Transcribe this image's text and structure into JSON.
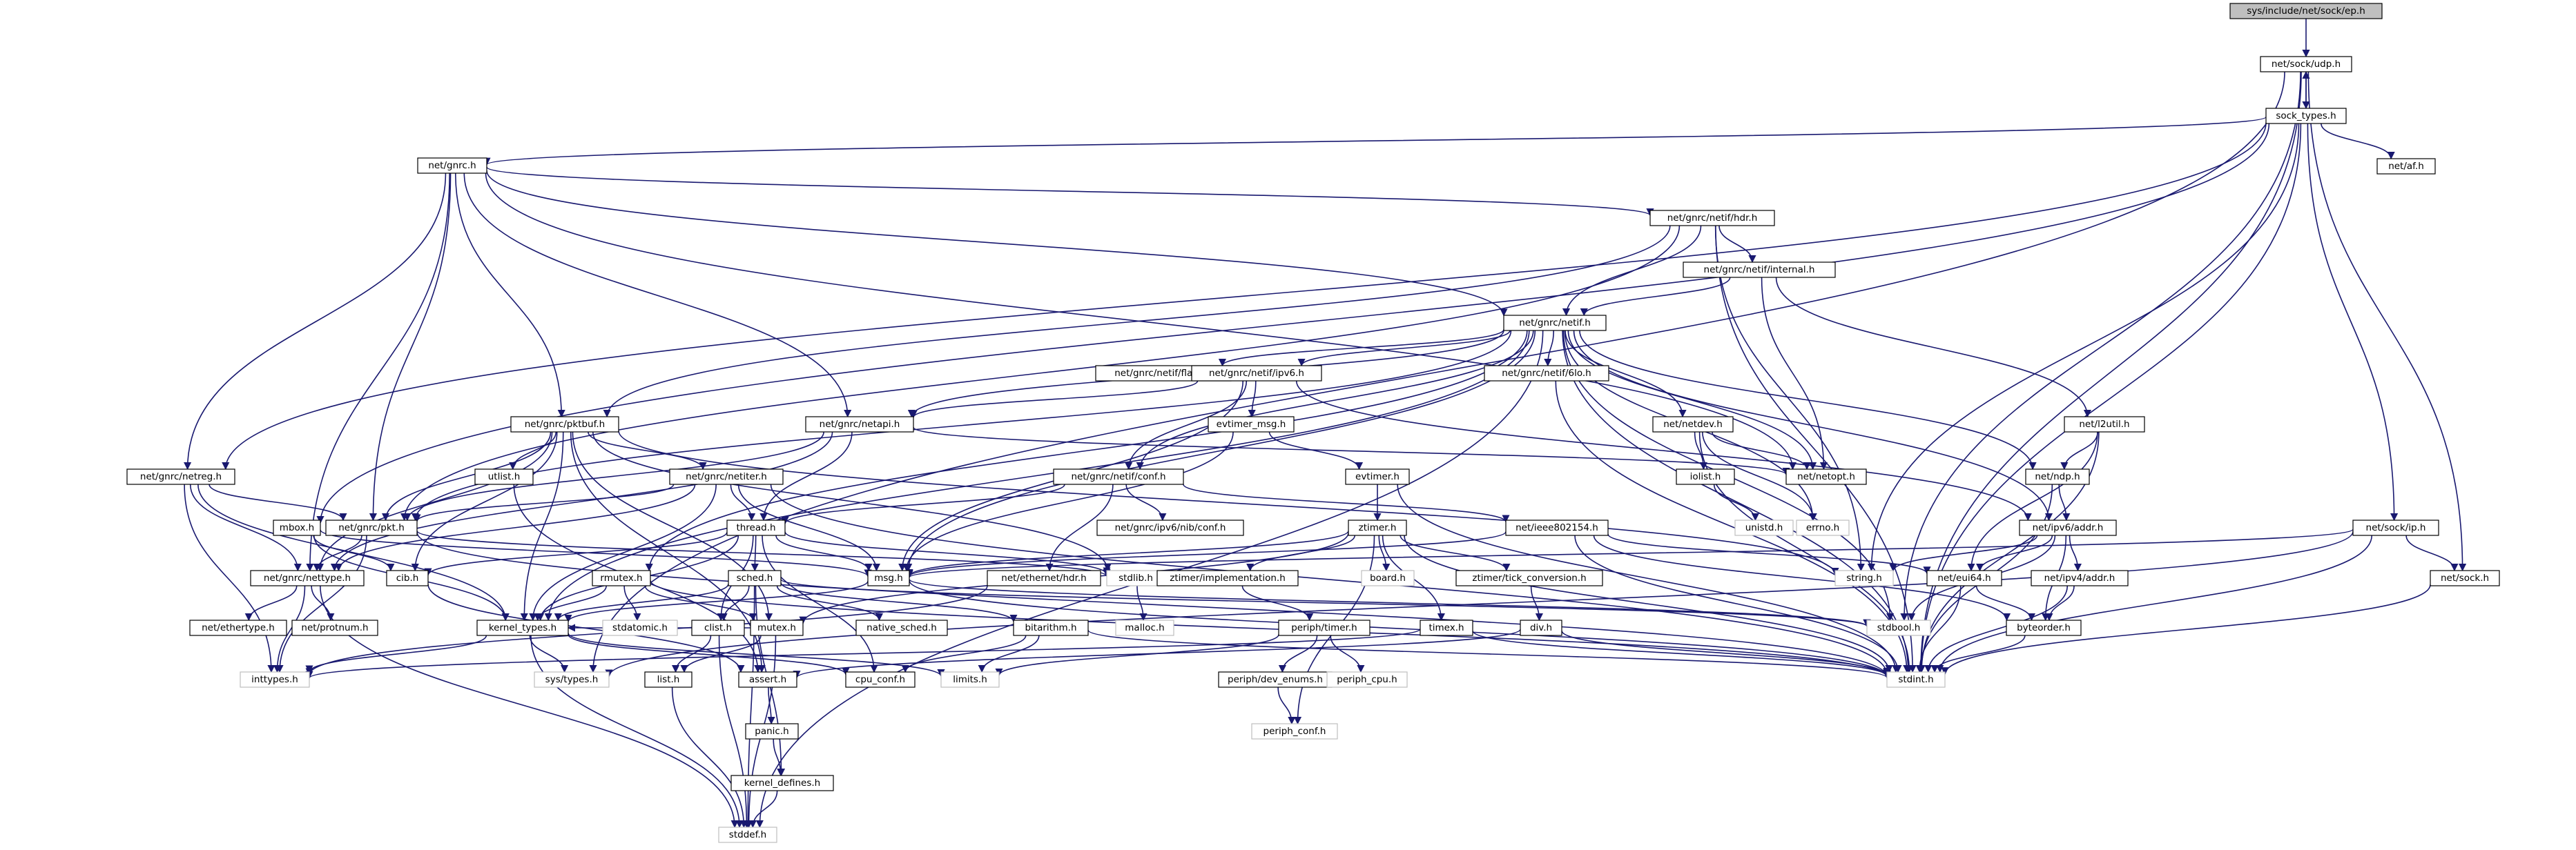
{
  "diagram": {
    "nodes": [
      {
        "id": "ep",
        "label": "sys/include/net/sock/ep.h",
        "style": "root"
      },
      {
        "id": "udp",
        "label": "net/sock/udp.h"
      },
      {
        "id": "socktypes",
        "label": "sock_types.h"
      },
      {
        "id": "gnrc",
        "label": "net/gnrc.h"
      },
      {
        "id": "af",
        "label": "net/af.h"
      },
      {
        "id": "netifhdr",
        "label": "net/gnrc/netif/hdr.h"
      },
      {
        "id": "netifinternal",
        "label": "net/gnrc/netif/internal.h"
      },
      {
        "id": "netif",
        "label": "net/gnrc/netif.h"
      },
      {
        "id": "netifflags",
        "label": "net/gnrc/netif/flags.h"
      },
      {
        "id": "netifipv6",
        "label": "net/gnrc/netif/ipv6.h"
      },
      {
        "id": "netif6lo",
        "label": "net/gnrc/netif/6lo.h"
      },
      {
        "id": "netdev",
        "label": "net/netdev.h"
      },
      {
        "id": "l2util",
        "label": "net/l2util.h"
      },
      {
        "id": "netapi",
        "label": "net/gnrc/netapi.h"
      },
      {
        "id": "pktbuf",
        "label": "net/gnrc/pktbuf.h"
      },
      {
        "id": "evtimermsg",
        "label": "evtimer_msg.h"
      },
      {
        "id": "iolist",
        "label": "iolist.h"
      },
      {
        "id": "netopt",
        "label": "net/netopt.h"
      },
      {
        "id": "ndp",
        "label": "net/ndp.h"
      },
      {
        "id": "netreg",
        "label": "net/gnrc/netreg.h"
      },
      {
        "id": "utlist",
        "label": "utlist.h"
      },
      {
        "id": "netiter",
        "label": "net/gnrc/netiter.h"
      },
      {
        "id": "netifconf",
        "label": "net/gnrc/netif/conf.h"
      },
      {
        "id": "evtimer",
        "label": "evtimer.h"
      },
      {
        "id": "unistd",
        "label": "unistd.h",
        "style": "ext"
      },
      {
        "id": "ipv6addr",
        "label": "net/ipv6/addr.h"
      },
      {
        "id": "mbox",
        "label": "mbox.h"
      },
      {
        "id": "pkt",
        "label": "net/gnrc/pkt.h"
      },
      {
        "id": "thread",
        "label": "thread.h"
      },
      {
        "id": "ipv6nib",
        "label": "net/gnrc/ipv6/nib/conf.h"
      },
      {
        "id": "ieee",
        "label": "net/ieee802154.h"
      },
      {
        "id": "errno",
        "label": "errno.h",
        "style": "ext"
      },
      {
        "id": "sockip",
        "label": "net/sock/ip.h"
      },
      {
        "id": "ztimer",
        "label": "ztimer.h"
      },
      {
        "id": "nettype",
        "label": "net/gnrc/nettype.h"
      },
      {
        "id": "cib",
        "label": "cib.h"
      },
      {
        "id": "rmutex",
        "label": "rmutex.h"
      },
      {
        "id": "sched",
        "label": "sched.h"
      },
      {
        "id": "msg",
        "label": "msg.h"
      },
      {
        "id": "ethhdr",
        "label": "net/ethernet/hdr.h"
      },
      {
        "id": "stdlib",
        "label": "stdlib.h",
        "style": "ext"
      },
      {
        "id": "ztimerimpl",
        "label": "ztimer/implementation.h"
      },
      {
        "id": "board",
        "label": "board.h",
        "style": "ext"
      },
      {
        "id": "ztimertick",
        "label": "ztimer/tick_conversion.h"
      },
      {
        "id": "stringh",
        "label": "string.h",
        "style": "ext"
      },
      {
        "id": "eui64",
        "label": "net/eui64.h"
      },
      {
        "id": "ipv4addr",
        "label": "net/ipv4/addr.h"
      },
      {
        "id": "sock",
        "label": "net/sock.h"
      },
      {
        "id": "kerneltypes",
        "label": "kernel_types.h"
      },
      {
        "id": "stdatomic",
        "label": "stdatomic.h",
        "style": "ext"
      },
      {
        "id": "clist",
        "label": "clist.h"
      },
      {
        "id": "mutex",
        "label": "mutex.h"
      },
      {
        "id": "nativesched",
        "label": "native_sched.h"
      },
      {
        "id": "bitarithm",
        "label": "bitarithm.h"
      },
      {
        "id": "malloc",
        "label": "malloc.h",
        "style": "ext"
      },
      {
        "id": "periphtimer",
        "label": "periph/timer.h"
      },
      {
        "id": "timexh",
        "label": "timex.h"
      },
      {
        "id": "div",
        "label": "div.h"
      },
      {
        "id": "stdbool",
        "label": "stdbool.h",
        "style": "ext"
      },
      {
        "id": "byteorder",
        "label": "byteorder.h"
      },
      {
        "id": "netethertype",
        "label": "net/ethertype.h"
      },
      {
        "id": "netprotnum",
        "label": "net/protnum.h"
      },
      {
        "id": "inttypes",
        "label": "inttypes.h",
        "style": "ext"
      },
      {
        "id": "systypes",
        "label": "sys/types.h",
        "style": "ext"
      },
      {
        "id": "listh",
        "label": "list.h"
      },
      {
        "id": "assert",
        "label": "assert.h"
      },
      {
        "id": "cpuconf",
        "label": "cpu_conf.h"
      },
      {
        "id": "limits",
        "label": "limits.h",
        "style": "ext"
      },
      {
        "id": "devenums",
        "label": "periph/dev_enums.h"
      },
      {
        "id": "periphcpu",
        "label": "periph_cpu.h",
        "style": "ext"
      },
      {
        "id": "stdint",
        "label": "stdint.h",
        "style": "ext"
      },
      {
        "id": "panic",
        "label": "panic.h"
      },
      {
        "id": "periphconf",
        "label": "periph_conf.h",
        "style": "ext"
      },
      {
        "id": "kerneldefs",
        "label": "kernel_defines.h"
      },
      {
        "id": "stddef",
        "label": "stddef.h",
        "style": "ext"
      }
    ],
    "edges": [
      [
        "ep",
        "udp"
      ],
      [
        "udp",
        "socktypes"
      ],
      [
        "udp",
        "sock"
      ],
      [
        "udp",
        "stdint"
      ],
      [
        "udp",
        "systypes"
      ],
      [
        "udp",
        "stdbool"
      ],
      [
        "socktypes",
        "udp"
      ],
      [
        "socktypes",
        "gnrc"
      ],
      [
        "socktypes",
        "af"
      ],
      [
        "socktypes",
        "sockip"
      ],
      [
        "socktypes",
        "stdint"
      ],
      [
        "socktypes",
        "netreg"
      ],
      [
        "socktypes",
        "mbox"
      ],
      [
        "socktypes",
        "stringh"
      ],
      [
        "gnrc",
        "netifhdr"
      ],
      [
        "gnrc",
        "netif"
      ],
      [
        "gnrc",
        "netapi"
      ],
      [
        "gnrc",
        "pktbuf"
      ],
      [
        "gnrc",
        "netreg"
      ],
      [
        "gnrc",
        "pkt"
      ],
      [
        "gnrc",
        "nettype"
      ],
      [
        "gnrc",
        "netopt"
      ],
      [
        "netifhdr",
        "netifinternal"
      ],
      [
        "netifhdr",
        "netif"
      ],
      [
        "netifhdr",
        "pktbuf"
      ],
      [
        "netifhdr",
        "pkt"
      ],
      [
        "netifhdr",
        "stdint"
      ],
      [
        "netifhdr",
        "stringh"
      ],
      [
        "netifinternal",
        "netif"
      ],
      [
        "netifinternal",
        "l2util"
      ],
      [
        "netifinternal",
        "netopt"
      ],
      [
        "netif",
        "netifflags"
      ],
      [
        "netif",
        "netifipv6"
      ],
      [
        "netif",
        "netif6lo"
      ],
      [
        "netif",
        "netdev"
      ],
      [
        "netif",
        "ndp"
      ],
      [
        "netif",
        "netapi"
      ],
      [
        "netif",
        "netifconf"
      ],
      [
        "netif",
        "ipv6addr"
      ],
      [
        "netif",
        "msg"
      ],
      [
        "netif",
        "kerneltypes"
      ],
      [
        "netif",
        "rmutex"
      ],
      [
        "netif",
        "stddef"
      ],
      [
        "netif",
        "stdint"
      ],
      [
        "netif",
        "stdbool"
      ],
      [
        "netif",
        "pkt"
      ],
      [
        "netif",
        "netopt"
      ],
      [
        "netif",
        "errno"
      ],
      [
        "netifipv6",
        "evtimermsg"
      ],
      [
        "netifipv6",
        "netifconf"
      ],
      [
        "netifipv6",
        "ipv6addr"
      ],
      [
        "netifipv6",
        "netapi"
      ],
      [
        "netifipv6",
        "msg"
      ],
      [
        "netif6lo",
        "stdint"
      ],
      [
        "netdev",
        "netopt"
      ],
      [
        "netdev",
        "iolist"
      ],
      [
        "netdev",
        "errno"
      ],
      [
        "netdev",
        "stdint"
      ],
      [
        "l2util",
        "ndp"
      ],
      [
        "l2util",
        "eui64"
      ],
      [
        "l2util",
        "stdint"
      ],
      [
        "netapi",
        "thread"
      ],
      [
        "netapi",
        "nettype"
      ],
      [
        "netapi",
        "netopt"
      ],
      [
        "netapi",
        "pkt"
      ],
      [
        "pktbuf",
        "pkt"
      ],
      [
        "pktbuf",
        "utlist"
      ],
      [
        "pktbuf",
        "netiter"
      ],
      [
        "pktbuf",
        "cib"
      ],
      [
        "pktbuf",
        "mutex"
      ],
      [
        "pktbuf",
        "stdlib"
      ],
      [
        "pktbuf",
        "stringh"
      ],
      [
        "pktbuf",
        "assert"
      ],
      [
        "pktbuf",
        "kerneltypes"
      ],
      [
        "pktbuf",
        "nettype"
      ],
      [
        "evtimermsg",
        "evtimer"
      ],
      [
        "evtimermsg",
        "msg"
      ],
      [
        "iolist",
        "unistd"
      ],
      [
        "ndp",
        "ipv6addr"
      ],
      [
        "ndp",
        "stdint"
      ],
      [
        "netreg",
        "pkt"
      ],
      [
        "netreg",
        "nettype"
      ],
      [
        "netreg",
        "kerneltypes"
      ],
      [
        "netreg",
        "inttypes"
      ],
      [
        "utlist",
        "assert"
      ],
      [
        "netiter",
        "pkt"
      ],
      [
        "netiter",
        "thread"
      ],
      [
        "netiter",
        "nettype"
      ],
      [
        "netiter",
        "kerneltypes"
      ],
      [
        "netiter",
        "msg"
      ],
      [
        "netiter",
        "stdint"
      ],
      [
        "netifconf",
        "thread"
      ],
      [
        "netifconf",
        "ipv6nib"
      ],
      [
        "netifconf",
        "ieee"
      ],
      [
        "netifconf",
        "ethhdr"
      ],
      [
        "evtimer",
        "ztimer"
      ],
      [
        "evtimer",
        "stdint"
      ],
      [
        "ipv6addr",
        "stdbool"
      ],
      [
        "ipv6addr",
        "stringh"
      ],
      [
        "ipv6addr",
        "byteorder"
      ],
      [
        "ipv6addr",
        "ipv4addr"
      ],
      [
        "ipv6addr",
        "eui64"
      ],
      [
        "mbox",
        "kerneltypes"
      ],
      [
        "mbox",
        "msg"
      ],
      [
        "mbox",
        "cib"
      ],
      [
        "pkt",
        "nettype"
      ],
      [
        "pkt",
        "inttypes"
      ],
      [
        "pkt",
        "stdlib"
      ],
      [
        "pkt",
        "stdint"
      ],
      [
        "thread",
        "sched"
      ],
      [
        "thread",
        "msg"
      ],
      [
        "thread",
        "clist"
      ],
      [
        "thread",
        "cib"
      ],
      [
        "thread",
        "cpuconf"
      ],
      [
        "thread",
        "kerneltypes"
      ],
      [
        "thread",
        "stdlib"
      ],
      [
        "ieee",
        "byteorder"
      ],
      [
        "ieee",
        "eui64"
      ],
      [
        "ieee",
        "stdint"
      ],
      [
        "ieee",
        "msg"
      ],
      [
        "sockip",
        "sock"
      ],
      [
        "sockip",
        "stdint"
      ],
      [
        "sockip",
        "systypes"
      ],
      [
        "sockip",
        "msg"
      ],
      [
        "ztimer",
        "ztimerimpl"
      ],
      [
        "ztimer",
        "board"
      ],
      [
        "ztimer",
        "ztimertick"
      ],
      [
        "ztimer",
        "timexh"
      ],
      [
        "ztimer",
        "stdint"
      ],
      [
        "ztimer",
        "periphconf"
      ],
      [
        "ztimer",
        "mutex"
      ],
      [
        "ztimer",
        "msg"
      ],
      [
        "nettype",
        "netethertype"
      ],
      [
        "nettype",
        "netprotnum"
      ],
      [
        "nettype",
        "inttypes"
      ],
      [
        "nettype",
        "stddef"
      ],
      [
        "cib",
        "assert"
      ],
      [
        "rmutex",
        "stdatomic"
      ],
      [
        "rmutex",
        "mutex"
      ],
      [
        "rmutex",
        "kerneltypes"
      ],
      [
        "rmutex",
        "stdint"
      ],
      [
        "sched",
        "kerneltypes"
      ],
      [
        "sched",
        "nativesched"
      ],
      [
        "sched",
        "bitarithm"
      ],
      [
        "sched",
        "clist"
      ],
      [
        "sched",
        "kerneldefs"
      ],
      [
        "sched",
        "stdbool"
      ],
      [
        "sched",
        "stddef"
      ],
      [
        "msg",
        "stdbool"
      ],
      [
        "msg",
        "stdint"
      ],
      [
        "msg",
        "kerneltypes"
      ],
      [
        "ethhdr",
        "inttypes"
      ],
      [
        "stdlib",
        "malloc"
      ],
      [
        "ztimerimpl",
        "periphtimer"
      ],
      [
        "ztimertick",
        "div"
      ],
      [
        "eui64",
        "byteorder"
      ],
      [
        "eui64",
        "stdint"
      ],
      [
        "ipv4addr",
        "byteorder"
      ],
      [
        "ipv4addr",
        "stdint"
      ],
      [
        "sock",
        "stdint"
      ],
      [
        "kerneltypes",
        "inttypes"
      ],
      [
        "kerneltypes",
        "systypes"
      ],
      [
        "kerneltypes",
        "stddef"
      ],
      [
        "kerneltypes",
        "cpuconf"
      ],
      [
        "kerneltypes",
        "limits"
      ],
      [
        "clist",
        "listh"
      ],
      [
        "clist",
        "stddef"
      ],
      [
        "mutex",
        "listh"
      ],
      [
        "mutex",
        "stddef"
      ],
      [
        "mutex",
        "kerneltypes"
      ],
      [
        "bitarithm",
        "stdint"
      ],
      [
        "bitarithm",
        "cpuconf"
      ],
      [
        "bitarithm",
        "limits"
      ],
      [
        "periphtimer",
        "devenums"
      ],
      [
        "periphtimer",
        "periphcpu"
      ],
      [
        "periphtimer",
        "limits"
      ],
      [
        "timexh",
        "stdint"
      ],
      [
        "timexh",
        "inttypes"
      ],
      [
        "div",
        "assert"
      ],
      [
        "div",
        "stdint"
      ],
      [
        "byteorder",
        "stdint"
      ],
      [
        "listh",
        "stddef"
      ],
      [
        "assert",
        "panic"
      ],
      [
        "devenums",
        "periphconf"
      ],
      [
        "panic",
        "kerneldefs"
      ],
      [
        "kerneldefs",
        "stddef"
      ]
    ]
  }
}
